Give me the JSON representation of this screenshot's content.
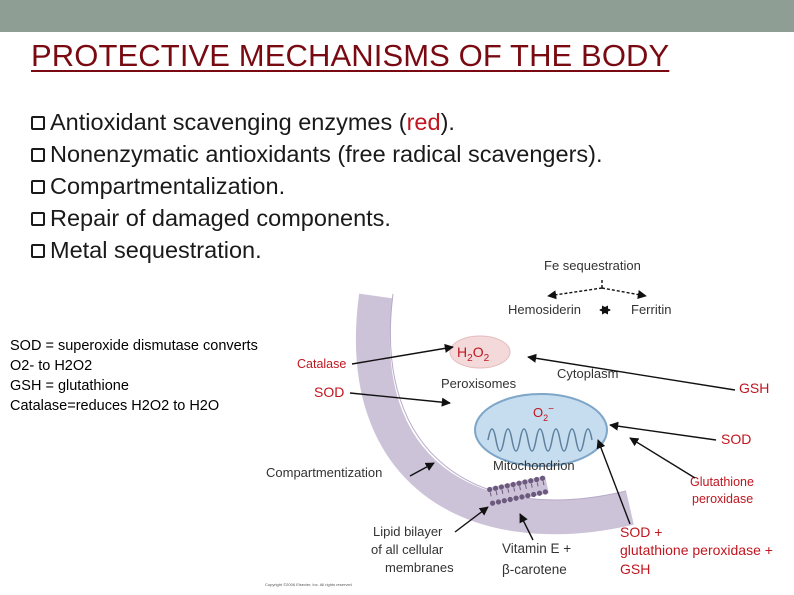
{
  "title": "PROTECTIVE MECHANISMS OF THE BODY",
  "bullets": [
    {
      "text_before": "Antioxidant scavenging enzymes (",
      "highlight": "red",
      "text_after": ")."
    },
    {
      "text": "Nonenzymatic antioxidants (free radical scavengers)."
    },
    {
      "text": "Compartmentalization."
    },
    {
      "text": "Repair of damaged components."
    },
    {
      "text": "Metal sequestration."
    }
  ],
  "abbreviations": [
    "SOD = superoxide dismutase converts",
    "O2- to H2O2",
    "GSH = glutathione",
    "Catalase=reduces H2O2 to H2O"
  ],
  "diagram": {
    "fe_sequestration": "Fe sequestration",
    "hemosiderin": "Hemosiderin",
    "ferritin": "Ferritin",
    "h2o2": {
      "base": "H",
      "sub1": "2",
      "mid": "O",
      "sub2": "2"
    },
    "catalase": "Catalase",
    "sod_left": "SOD",
    "peroxisomes": "Peroxisomes",
    "cytoplasm": "Cytoplasm",
    "gsh_right": "GSH",
    "o2_minus": {
      "base": "O",
      "sub": "2",
      "sup": "−"
    },
    "sod_right": "SOD",
    "mitochondrion": "Mitochondrion",
    "compartmentization": "Compartmentization",
    "glutathione_peroxidase": [
      "Glutathione",
      "peroxidase"
    ],
    "lipid_bilayer": [
      "Lipid bilayer",
      "of all cellular",
      "membranes"
    ],
    "vitamin_e": [
      "Vitamin E +",
      "β-carotene"
    ],
    "bottom_right": [
      "SOD +",
      "glutathione peroxidase +",
      "GSH"
    ],
    "copyright": "Copyright ©2006 Elsevier, Inc. All rights reserved"
  },
  "colors": {
    "title": "#7a0a12",
    "topbar": "#8f9e94",
    "accent_red": "#c0161f",
    "membrane": "#cdc3d8",
    "peroxisome": "#f3d9d9",
    "mitochondrion": "#c6dcef"
  }
}
